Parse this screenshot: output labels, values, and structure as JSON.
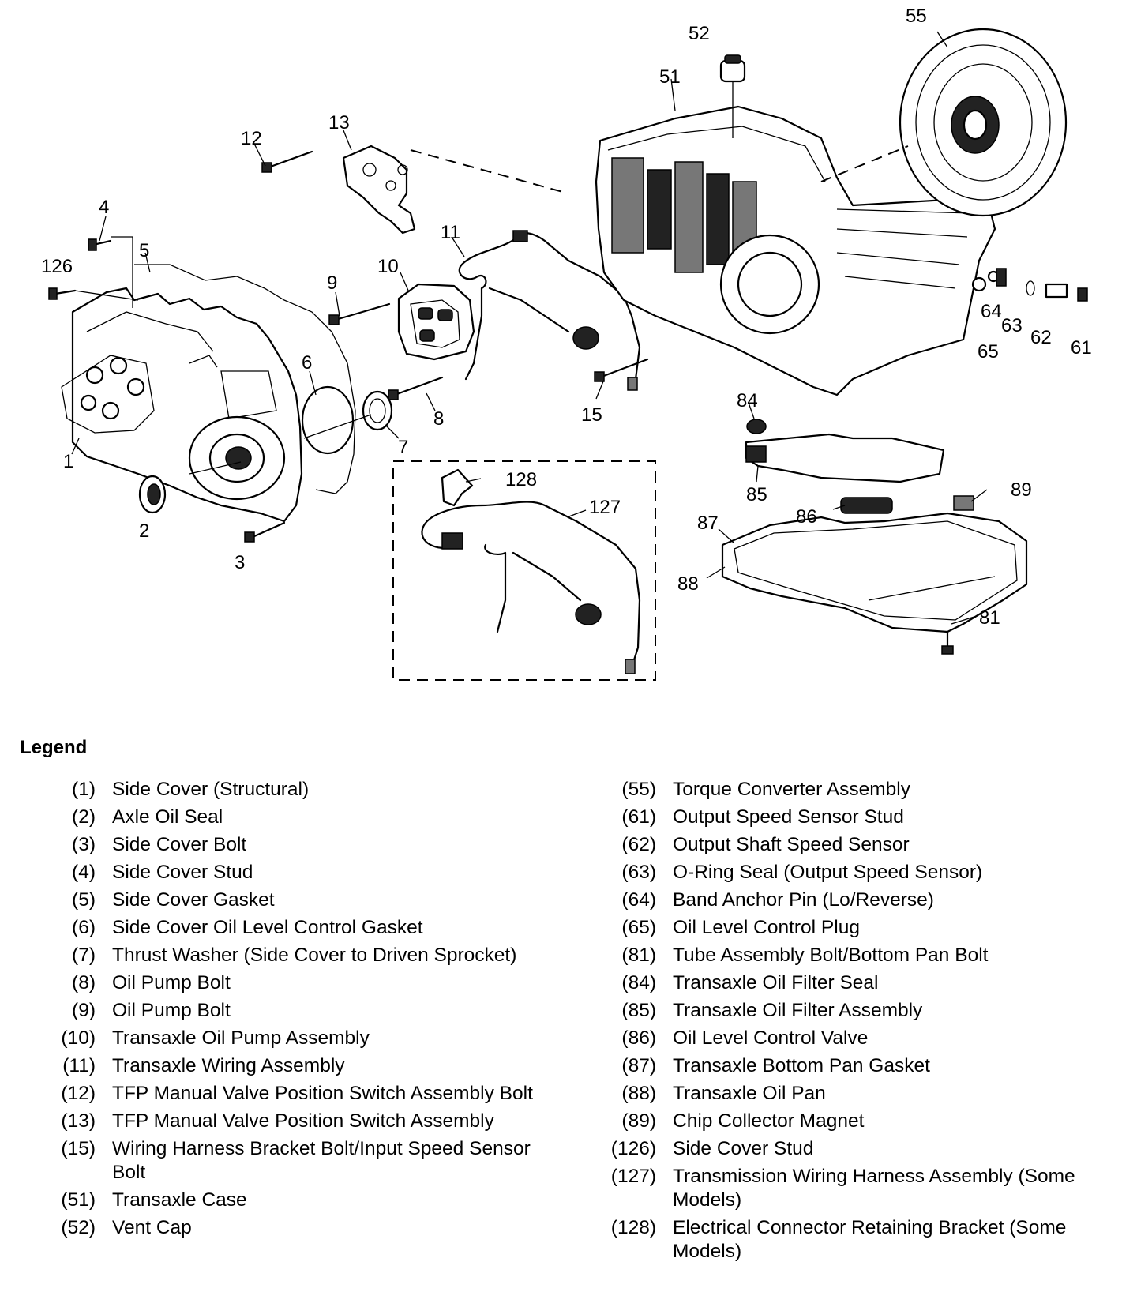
{
  "callouts": {
    "c1": "1",
    "c2": "2",
    "c3": "3",
    "c4": "4",
    "c5": "5",
    "c6": "6",
    "c7": "7",
    "c8": "8",
    "c9": "9",
    "c10": "10",
    "c11": "11",
    "c12": "12",
    "c13": "13",
    "c15": "15",
    "c51": "51",
    "c52": "52",
    "c55": "55",
    "c61": "61",
    "c62": "62",
    "c63": "63",
    "c64": "64",
    "c65": "65",
    "c81": "81",
    "c84": "84",
    "c85": "85",
    "c86": "86",
    "c87": "87",
    "c88": "88",
    "c89": "89",
    "c126": "126",
    "c127": "127",
    "c128": "128"
  },
  "legend": {
    "title": "Legend",
    "left": [
      {
        "num": "(1)",
        "label": "Side Cover (Structural)"
      },
      {
        "num": "(2)",
        "label": "Axle Oil Seal"
      },
      {
        "num": "(3)",
        "label": "Side Cover Bolt"
      },
      {
        "num": "(4)",
        "label": "Side Cover Stud"
      },
      {
        "num": "(5)",
        "label": "Side Cover Gasket"
      },
      {
        "num": "(6)",
        "label": "Side Cover Oil Level Control Gasket"
      },
      {
        "num": "(7)",
        "label": "Thrust Washer (Side Cover to Driven Sprocket)"
      },
      {
        "num": "(8)",
        "label": "Oil Pump Bolt"
      },
      {
        "num": "(9)",
        "label": "Oil Pump Bolt"
      },
      {
        "num": "(10)",
        "label": "Transaxle Oil Pump Assembly"
      },
      {
        "num": "(11)",
        "label": "Transaxle Wiring Assembly"
      },
      {
        "num": "(12)",
        "label": "TFP Manual Valve Position Switch Assembly Bolt"
      },
      {
        "num": "(13)",
        "label": "TFP Manual Valve Position Switch Assembly"
      },
      {
        "num": "(15)",
        "label": "Wiring Harness Bracket Bolt/Input Speed Sensor Bolt"
      },
      {
        "num": "(51)",
        "label": "Transaxle Case"
      },
      {
        "num": "(52)",
        "label": "Vent Cap"
      }
    ],
    "right": [
      {
        "num": "(55)",
        "label": "Torque Converter Assembly"
      },
      {
        "num": "(61)",
        "label": "Output Speed Sensor Stud"
      },
      {
        "num": "(62)",
        "label": "Output Shaft Speed Sensor"
      },
      {
        "num": "(63)",
        "label": "O-Ring Seal (Output Speed Sensor)"
      },
      {
        "num": "(64)",
        "label": "Band Anchor Pin (Lo/Reverse)"
      },
      {
        "num": "(65)",
        "label": "Oil Level Control Plug"
      },
      {
        "num": "(81)",
        "label": "Tube Assembly Bolt/Bottom Pan Bolt"
      },
      {
        "num": "(84)",
        "label": "Transaxle Oil Filter Seal"
      },
      {
        "num": "(85)",
        "label": "Transaxle Oil Filter Assembly"
      },
      {
        "num": "(86)",
        "label": "Oil Level Control Valve"
      },
      {
        "num": "(87)",
        "label": "Transaxle Bottom Pan Gasket"
      },
      {
        "num": "(88)",
        "label": "Transaxle Oil Pan"
      },
      {
        "num": "(89)",
        "label": "Chip Collector Magnet"
      },
      {
        "num": "(126)",
        "label": "Side Cover Stud"
      },
      {
        "num": "(127)",
        "label": "Transmission Wiring Harness Assembly (Some Models)"
      },
      {
        "num": "(128)",
        "label": "Electrical Connector Retaining Bracket (Some Models)"
      }
    ]
  }
}
